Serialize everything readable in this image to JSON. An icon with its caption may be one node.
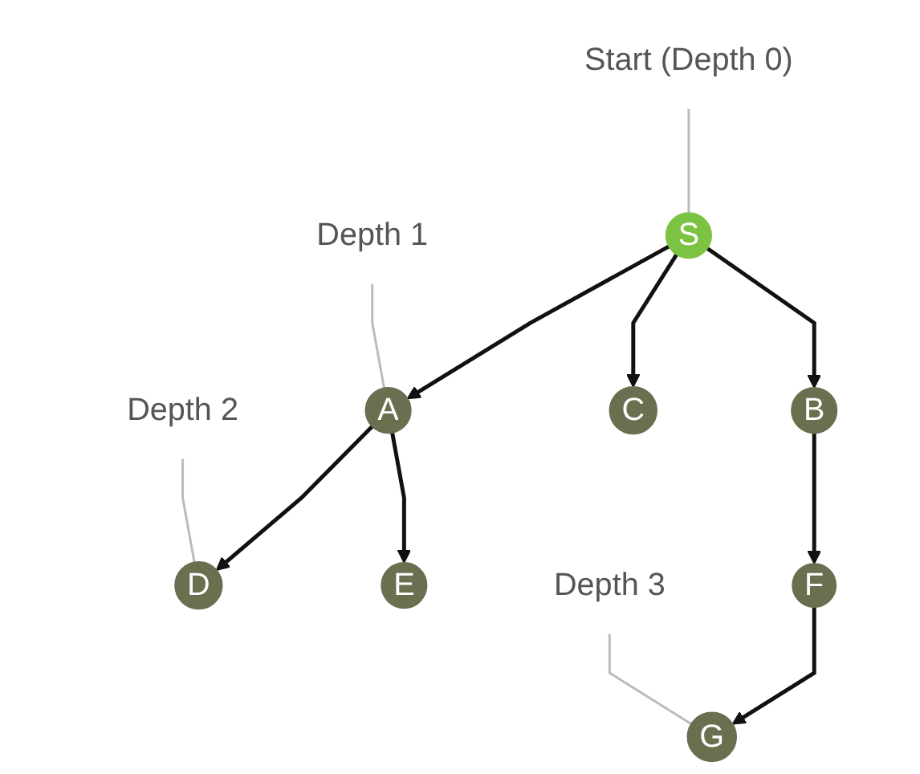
{
  "diagram": {
    "nodes": [
      {
        "text": [
          "Start (Depth 0)"
        ]
      },
      {
        "text": [
          "S"
        ]
      },
      {
        "text": [
          "Depth 1"
        ]
      },
      {
        "text": [
          "A"
        ]
      },
      {
        "text": [
          "B"
        ]
      },
      {
        "text": [
          "C"
        ]
      },
      {
        "text": [
          "Depth 2"
        ]
      },
      {
        "text": [
          "D"
        ]
      },
      {
        "text": [
          "E"
        ]
      },
      {
        "text": [
          "F"
        ]
      },
      {
        "text": [
          "Depth 3"
        ]
      },
      {
        "text": [
          "G"
        ]
      }
    ],
    "edges": [
      {
        "from": 0,
        "to": 1,
        "arrow": "none",
        "color": "#bbbbbb"
      },
      {
        "from": 1,
        "to": 3,
        "arrow": "to"
      },
      {
        "from": 1,
        "to": 4,
        "arrow": "to"
      },
      {
        "from": 1,
        "to": 5,
        "arrow": "to"
      },
      {
        "from": 2,
        "to": 3,
        "arrow": "none",
        "color": "#bbbbbb"
      },
      {
        "from": 3,
        "to": 7,
        "arrow": "to"
      },
      {
        "from": 3,
        "to": 8,
        "arrow": "to"
      },
      {
        "from": 4,
        "to": 9,
        "arrow": "to"
      },
      {
        "from": 6,
        "to": 7,
        "arrow": "none",
        "color": "#bbbbbb"
      },
      {
        "from": 9,
        "to": 11,
        "arrow": "to"
      },
      {
        "from": 10,
        "to": 11,
        "arrow": "none",
        "color": "#bbbbbb"
      }
    ]
  }
}
